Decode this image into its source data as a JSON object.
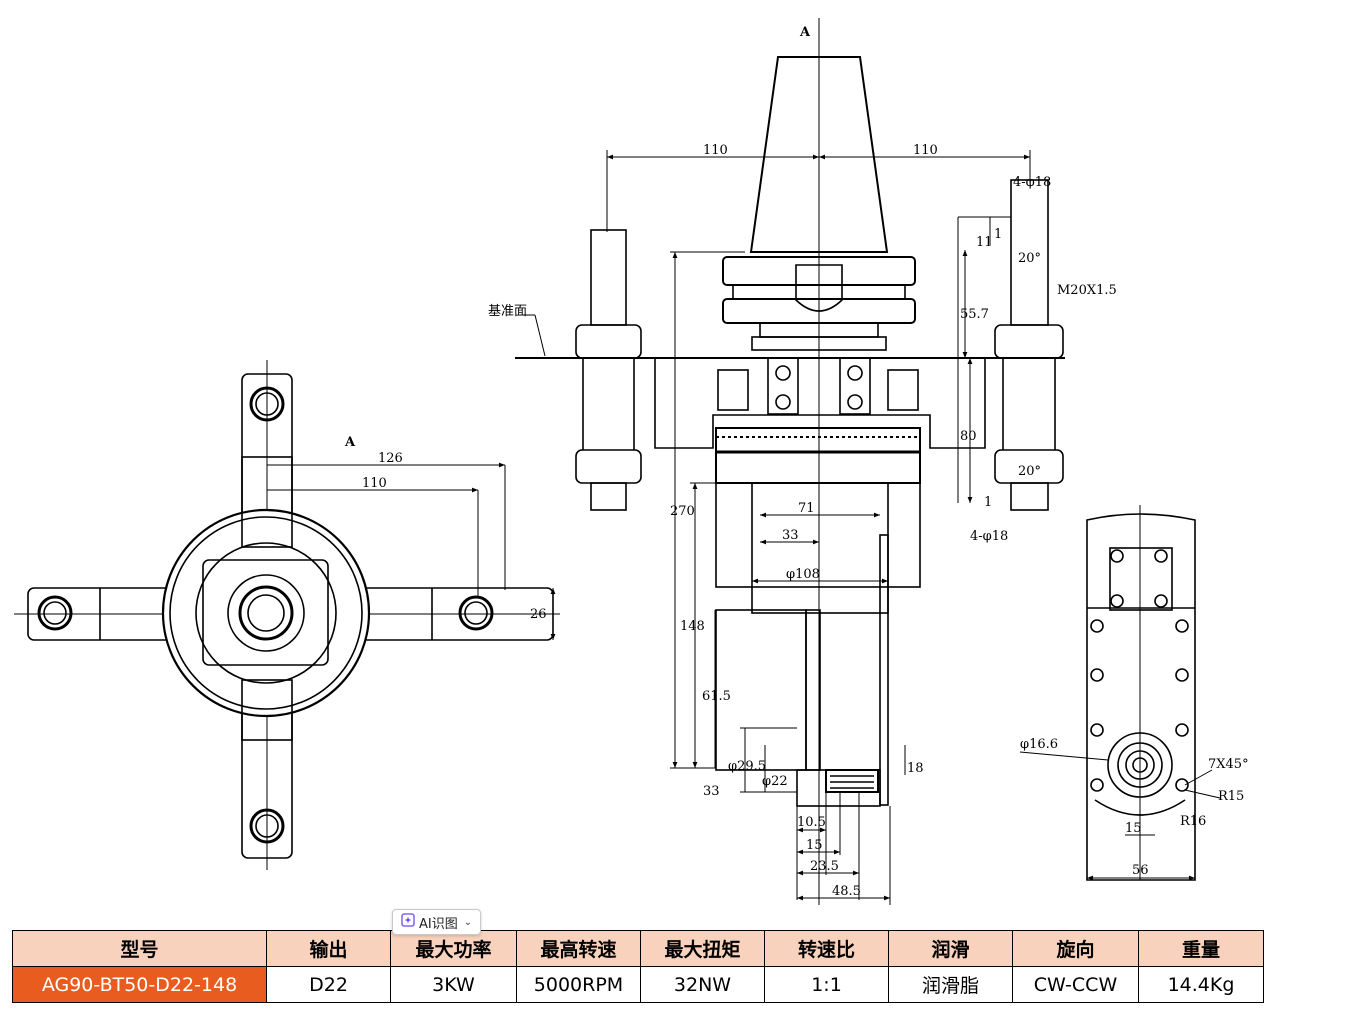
{
  "drawing": {
    "section_mark": "A",
    "datum_label": "基准面",
    "dims_top": {
      "half_span_left": "110",
      "half_span_right": "110",
      "holes_top": "4-φ18",
      "holes_bottom": "4-φ18",
      "thread": "M20X1.5",
      "angle_top": "20°",
      "angle_bottom": "20°",
      "d11": "11",
      "d1": "1",
      "d55_7": "55.7",
      "d80": "80",
      "d1b": "1",
      "d270": "270",
      "d71": "71",
      "d33": "33",
      "d108": "φ108",
      "d148": "148",
      "d61_5": "61.5",
      "d29_5": "φ29.5",
      "d22": "φ22",
      "d33b": "33",
      "d18": "18",
      "d10_5": "10.5",
      "d15": "15",
      "d23_5": "23.5",
      "d48_5": "48.5"
    },
    "dims_left": {
      "d126": "126",
      "d110": "110",
      "d26": "26"
    },
    "dims_right": {
      "bore": "φ16.6",
      "chamfer": "7X45°",
      "r15": "R15",
      "d15": "15",
      "r16": "R16",
      "d56": "56"
    }
  },
  "ai_chip": {
    "label": "AI识图"
  },
  "table": {
    "headers": [
      "型号",
      "输出",
      "最大功率",
      "最高转速",
      "最大扭矩",
      "转速比",
      "润滑",
      "旋向",
      "重量"
    ],
    "row": [
      "AG90-BT50-D22-148",
      "D22",
      "3KW",
      "5000RPM",
      "32NW",
      "1:1",
      "润滑脂",
      "CW-CCW",
      "14.4Kg"
    ]
  }
}
